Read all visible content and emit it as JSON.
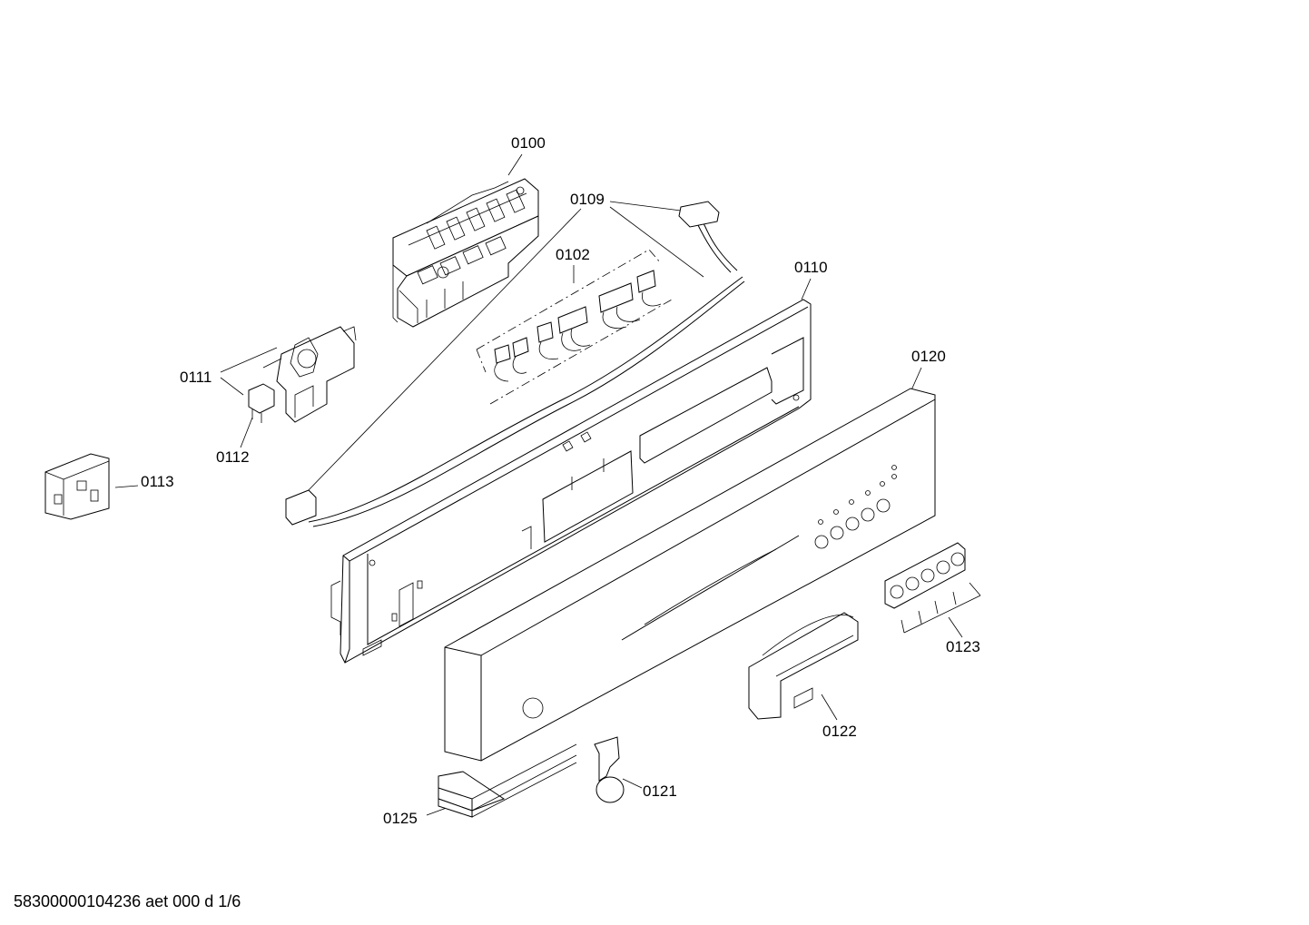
{
  "diagram": {
    "labels": {
      "p0100": "0100",
      "p0109": "0109",
      "p0102": "0102",
      "p0110": "0110",
      "p0111": "0111",
      "p0112": "0112",
      "p0113": "0113",
      "p0120": "0120",
      "p0123": "0123",
      "p0122": "0122",
      "p0121": "0121",
      "p0125": "0125"
    },
    "footer": "58300000104236 aet 000 d 1/6"
  }
}
